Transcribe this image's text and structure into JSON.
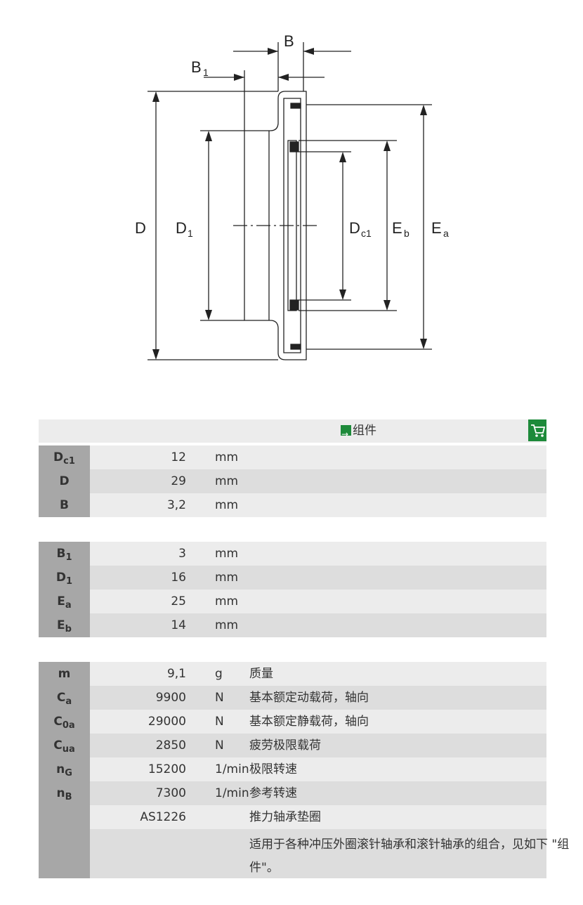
{
  "drawing": {
    "labels": {
      "B": "B",
      "B1": "B",
      "B1_sub": "1",
      "D": "D",
      "D1": "D",
      "D1_sub": "1",
      "Dc1": "D",
      "Dc1_sub": "c1",
      "Eb": "E",
      "Eb_sub": "b",
      "Ea": "E",
      "Ea_sub": "a"
    }
  },
  "header": {
    "assembly_label": "组件",
    "icon": "cart-icon"
  },
  "group1": [
    {
      "key": "D",
      "key_sub": "c1",
      "value": "12",
      "unit": "mm",
      "desc": ""
    },
    {
      "key": "D",
      "key_sub": "",
      "value": "29",
      "unit": "mm",
      "desc": ""
    },
    {
      "key": "B",
      "key_sub": "",
      "value": "3,2",
      "unit": "mm",
      "desc": ""
    }
  ],
  "group2": [
    {
      "key": "B",
      "key_sub": "1",
      "value": "3",
      "unit": "mm",
      "desc": ""
    },
    {
      "key": "D",
      "key_sub": "1",
      "value": "16",
      "unit": "mm",
      "desc": ""
    },
    {
      "key": "E",
      "key_sub": "a",
      "value": "25",
      "unit": "mm",
      "desc": ""
    },
    {
      "key": "E",
      "key_sub": "b",
      "value": "14",
      "unit": "mm",
      "desc": ""
    }
  ],
  "group3": [
    {
      "key": "m",
      "key_sub": "",
      "value": "9,1",
      "unit": "g",
      "desc": "质量"
    },
    {
      "key": "C",
      "key_sub": "a",
      "value": "9900",
      "unit": "N",
      "desc": "基本额定动载荷，轴向"
    },
    {
      "key": "C",
      "key_sub": "0a",
      "value": "29000",
      "unit": "N",
      "desc": "基本额定静载荷，轴向"
    },
    {
      "key": "C",
      "key_sub": "ua",
      "value": "2850",
      "unit": "N",
      "desc": "疲劳极限载荷"
    },
    {
      "key": "n",
      "key_sub": "G",
      "value": "15200",
      "unit": "1/min",
      "desc": "极限转速"
    },
    {
      "key": "n",
      "key_sub": "B",
      "value": "7300",
      "unit": "1/min",
      "desc": "参考转速"
    },
    {
      "key": "",
      "key_sub": "",
      "value": "AS1226",
      "unit": "",
      "desc": "推力轴承垫圈"
    }
  ],
  "note": "适用于各种冲压外圈滚针轴承和滚针轴承的组合，见如下 \"组件\"。",
  "colors": {
    "key_bg": "#a7a7a7",
    "row_light": "#ececec",
    "row_dark": "#dddddd",
    "brand_green": "#1d8a3a"
  }
}
